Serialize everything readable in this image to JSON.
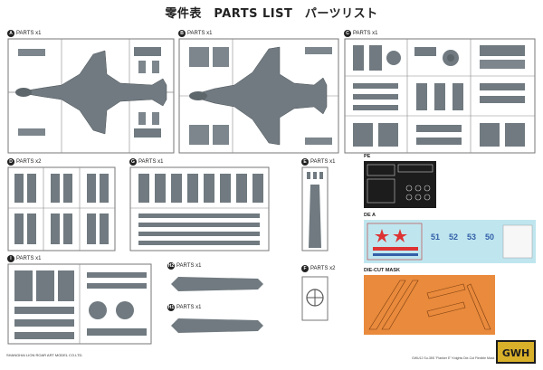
{
  "title": "零件表　PARTS LIST　パーツリスト",
  "sections": [
    {
      "letter": "A",
      "text": "PARTS x1"
    },
    {
      "letter": "B",
      "text": "PARTS x1"
    },
    {
      "letter": "C",
      "text": "PARTS x1"
    },
    {
      "letter": "D",
      "text": "PARTS x2"
    },
    {
      "letter": "G",
      "text": "PARTS x1"
    },
    {
      "letter": "E",
      "text": "PARTS x1"
    },
    {
      "letter": "I",
      "text": "PARTS x1"
    },
    {
      "letter": "H2",
      "text": "PARTS x1"
    },
    {
      "letter": "H1",
      "text": "PARTS x1"
    },
    {
      "letter": "F",
      "text": "PARTS x2"
    }
  ],
  "pe_label": "PE",
  "decal_label": "DE  A",
  "mask_label": "DIE-CUT MASK",
  "footer_left": "SHANGHAI LION ROAR ART MODEL CO.LTD.",
  "footer_right": "GWU12 Su-35S \"Flanker E\" Knights Die-Cut Flexible Mask",
  "brand": "G.W.H",
  "decal_numbers": [
    "51",
    "52",
    "53",
    "50"
  ],
  "colors": {
    "plastic": "#707a80",
    "mask": "#e98a3c",
    "decal_bg": "#bfe6ef",
    "pe": "#1c1c1c"
  }
}
